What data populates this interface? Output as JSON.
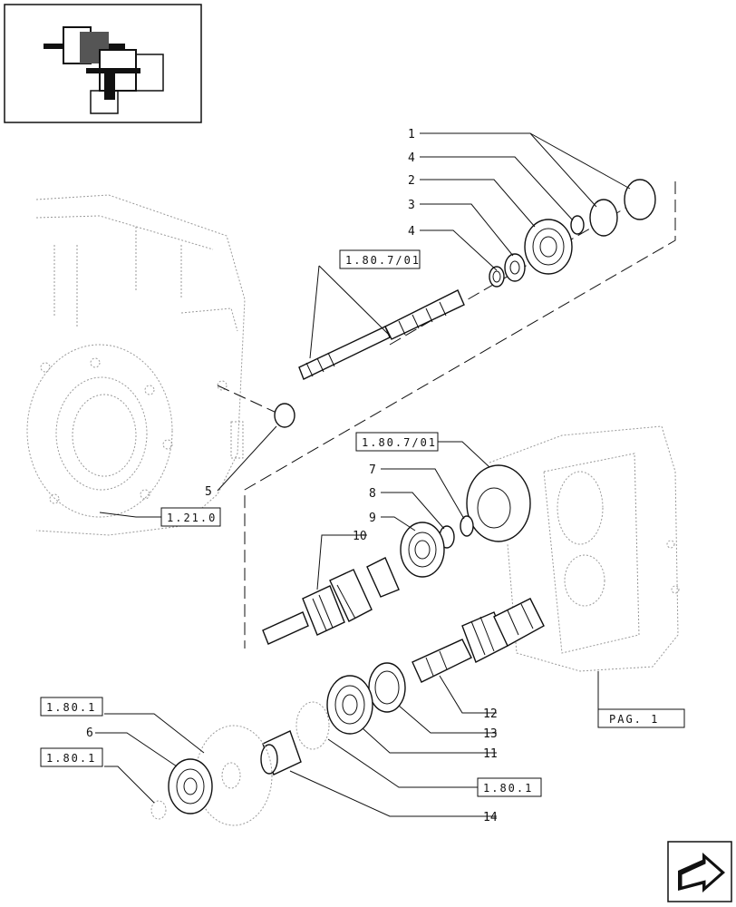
{
  "callouts": {
    "c1": "1",
    "c4a": "4",
    "c2": "2",
    "c3": "3",
    "c4b": "4",
    "c5": "5",
    "c7": "7",
    "c8": "8",
    "c9": "9",
    "c10": "10",
    "c12": "12",
    "c13": "13",
    "c11": "11",
    "c6": "6",
    "c14": "14"
  },
  "refs": {
    "r_1807_top": "1.80.7/01",
    "r_1807_mid": "1.80.7/01",
    "r_1210": "1.21.0",
    "r_1801_a": "1.80.1",
    "r_1801_b": "1.80.1",
    "r_1801_c": "1.80.1",
    "r_pag": "PAG. 1"
  },
  "icons": {
    "thumbnail": "assembly-location-thumbnail",
    "nav": "next-page-arrow-icon"
  }
}
